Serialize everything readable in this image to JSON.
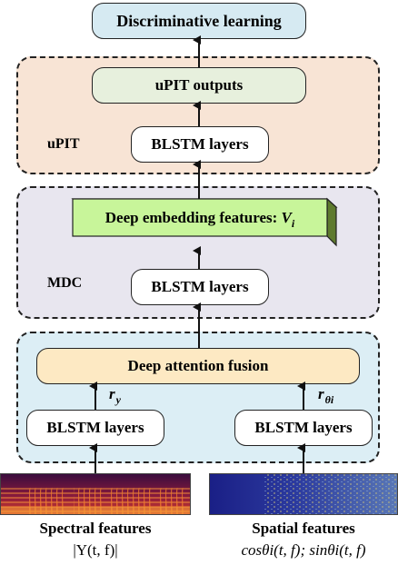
{
  "colors": {
    "upit_bg": "#f8e4d5",
    "mdc_bg": "#e8e6ef",
    "fusion_group_bg": "#dceef5",
    "title_box_bg": "#d6eaf2",
    "upit_outputs_bg": "#e7f0dd",
    "embedding_front": "#c8f59a",
    "embedding_side": "#5e7a2e",
    "fusion_box_bg": "#fde9c3",
    "plain_box_bg": "#ffffff"
  },
  "nodes": {
    "discriminative": "Discriminative learning",
    "upit_outputs": "uPIT outputs",
    "upit_blstm": "BLSTM layers",
    "embedding_text": "Deep embedding features: ",
    "embedding_var": "V",
    "embedding_sub": "i",
    "mdc_blstm": "BLSTM layers",
    "fusion": "Deep attention fusion",
    "left_blstm": "BLSTM layers",
    "right_blstm": "BLSTM layers"
  },
  "groups": {
    "upit": "uPIT",
    "mdc": "MDC"
  },
  "edge_labels": {
    "ry_main": "r",
    "ry_sub": "y",
    "rtheta_main": "r",
    "rtheta_sub": "θi"
  },
  "inputs": {
    "spectral_caption": "Spectral features",
    "spectral_formula": "|Y(t, f)|",
    "spatial_caption": "Spatial features",
    "spatial_formula": "cosθi(t, f);  sinθi(t, f)"
  }
}
